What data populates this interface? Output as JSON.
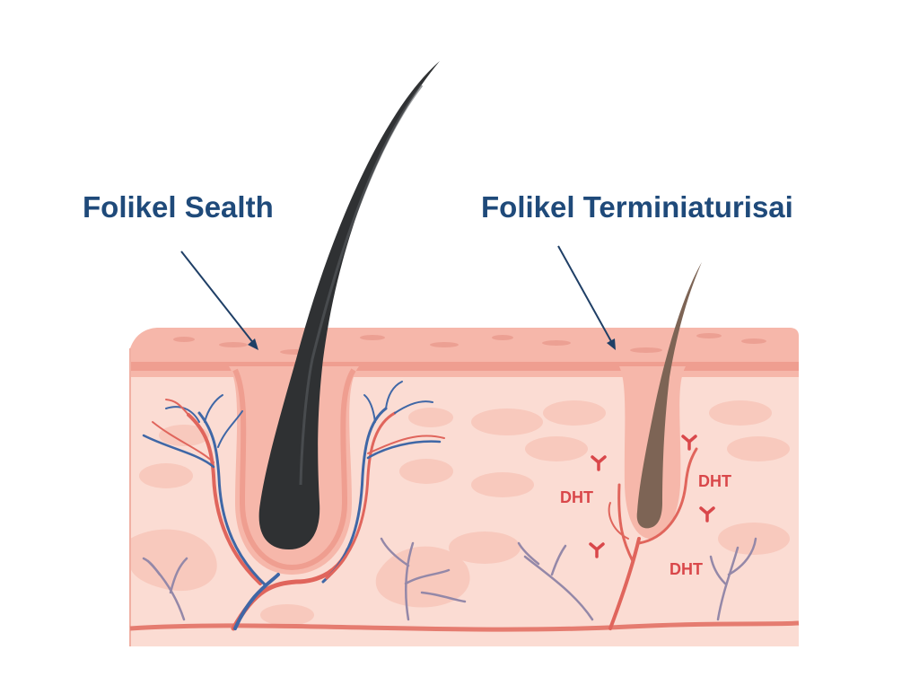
{
  "labels": {
    "healthy_follicle": "Folikel Sealth",
    "miniaturized_follicle": "Folikel Terminiaturisai",
    "dht_1": "DHT",
    "dht_2": "DHT",
    "dht_3": "DHT"
  },
  "colors": {
    "label_text": "#1f4a7a",
    "arrow": "#1f3f66",
    "skin_surface": "#f6b7aa",
    "skin_dermis": "#fbdcd3",
    "skin_blob": "#f8c9bd",
    "hair_healthy": "#2f3133",
    "hair_mini": "#7d6455",
    "vein_blue": "#3f67a6",
    "vessel_red": "#e0655c",
    "dht": "#d9474a",
    "nerve": "#9488a8"
  },
  "icons": {
    "dht_molecule": "y-shaped-molecule-icon"
  }
}
